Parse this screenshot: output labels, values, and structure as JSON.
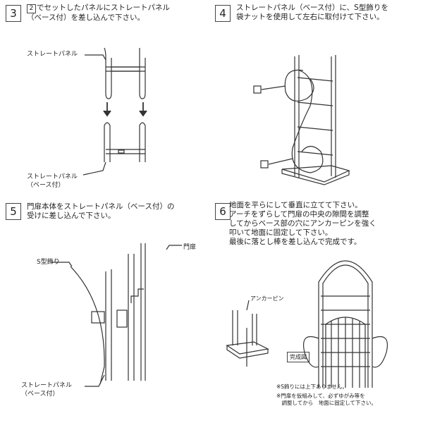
{
  "steps": [
    {
      "number": "3",
      "text_num": "2",
      "text": "でセットしたパネルにストレートパネル\n（ベース付）を差し込んで下さい。"
    },
    {
      "number": "4",
      "text": "ストレートパネル（ベース付）に、S型飾りを\n袋ナットを使用して左右に取付けて下さい。"
    },
    {
      "number": "5",
      "text": "門扉本体をストレートパネル（ベース付）の\n受けに差し込んで下さい。"
    },
    {
      "number": "6",
      "text": "地面を平らにして垂直に立てて下さい。\nアーチをずらして門扉の中央の隙間を調整\nしてからベース部の穴にアンカーピンを強く\n叩いて地面に固定して下さい。\n最後に落とし棒を差し込んで完成です。"
    }
  ],
  "labels": {
    "straight_panel": "ストレートパネル",
    "straight_panel_base": "ストレートパネル\n（ベース付）",
    "s_decoration": "S型飾り",
    "gate_door": "門扉",
    "straight_panel_base2": "ストレートパネル\n（ベース付）",
    "anchor_pin": "アンカーピン",
    "completed": "完成図"
  },
  "notes": {
    "note1": "※S飾りには上下ありません。",
    "note2": "※門扉を仮組みして、必ずゆがみ等を\n　調整してから　地面に固定して下さい。"
  }
}
